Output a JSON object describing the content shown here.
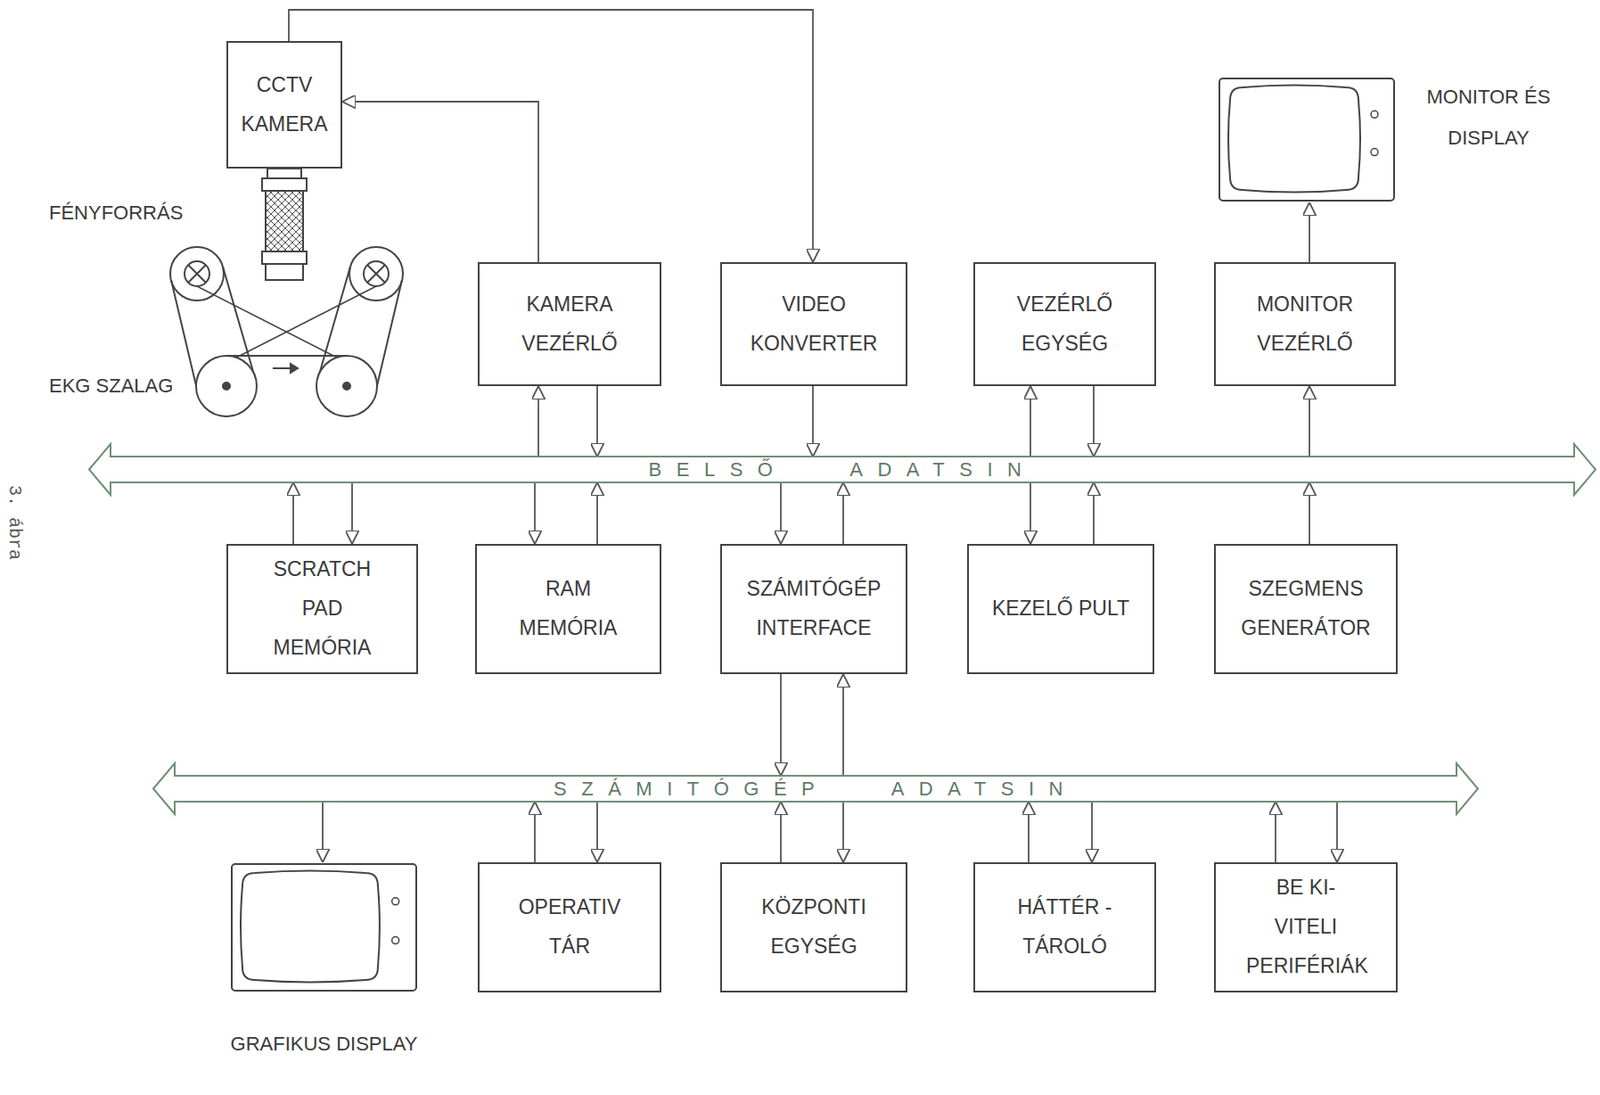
{
  "diagram": {
    "nodes": [
      {
        "text": [
          "CCTV KAMERA"
        ]
      },
      {
        "text": [
          "MONITOR ÉS DISPLAY"
        ]
      },
      {
        "text": [
          "KAMERA VEZÉRLŐ"
        ]
      },
      {
        "text": [
          "VIDEO KONVERTER"
        ]
      },
      {
        "text": [
          "VEZÉRLŐ EGYSÉG"
        ]
      },
      {
        "text": [
          "MONITOR VEZÉRLŐ"
        ]
      },
      {
        "text": [
          "BELSŐ ADATSIN"
        ]
      },
      {
        "text": [
          "SCRATCH PAD MEMÓRIA"
        ]
      },
      {
        "text": [
          "RAM MEMÓRIA"
        ]
      },
      {
        "text": [
          "SZÁMITÓGÉP INTERFACE"
        ]
      },
      {
        "text": [
          "KEZELŐ PULT"
        ]
      },
      {
        "text": [
          "SZEGMENS GENERÁTOR"
        ]
      },
      {
        "text": [
          "SZÁMITÓGÉP ADATSIN"
        ]
      },
      {
        "text": [
          "GRAFIKUS DISPLAY"
        ]
      },
      {
        "text": [
          "OPERATIV TÁR"
        ]
      },
      {
        "text": [
          "KÖZPONTI EGYSÉG"
        ]
      },
      {
        "text": [
          "HÁTTÉR - TÁROLÓ"
        ]
      },
      {
        "text": [
          "BE KI- VITELI PERIFÉRIÁK"
        ]
      }
    ],
    "edges": [
      {
        "from": 2,
        "to": 0,
        "arrow": "to"
      },
      {
        "from": 0,
        "to": 3,
        "arrow": "to"
      },
      {
        "from": 6,
        "to": 2,
        "arrow": "to"
      },
      {
        "from": 2,
        "to": 6,
        "arrow": "to"
      },
      {
        "from": 3,
        "to": 6,
        "arrow": "to"
      },
      {
        "from": 6,
        "to": 4,
        "arrow": "to"
      },
      {
        "from": 4,
        "to": 6,
        "arrow": "to"
      },
      {
        "from": 6,
        "to": 5,
        "arrow": "to"
      },
      {
        "from": 5,
        "to": 1,
        "arrow": "to"
      },
      {
        "from": 7,
        "to": 6,
        "arrow": "to"
      },
      {
        "from": 6,
        "to": 7,
        "arrow": "to"
      },
      {
        "from": 6,
        "to": 8,
        "arrow": "to"
      },
      {
        "from": 8,
        "to": 6,
        "arrow": "to"
      },
      {
        "from": 6,
        "to": 9,
        "arrow": "to"
      },
      {
        "from": 9,
        "to": 6,
        "arrow": "to"
      },
      {
        "from": 6,
        "to": 10,
        "arrow": "to"
      },
      {
        "from": 10,
        "to": 6,
        "arrow": "to"
      },
      {
        "from": 11,
        "to": 6,
        "arrow": "to"
      },
      {
        "from": 9,
        "to": 12,
        "arrow": "to"
      },
      {
        "from": 12,
        "to": 9,
        "arrow": "to"
      },
      {
        "from": 12,
        "to": 13,
        "arrow": "to"
      },
      {
        "from": 14,
        "to": 12,
        "arrow": "to"
      },
      {
        "from": 12,
        "to": 14,
        "arrow": "to"
      },
      {
        "from": 15,
        "to": 12,
        "arrow": "to"
      },
      {
        "from": 12,
        "to": 15,
        "arrow": "to"
      },
      {
        "from": 16,
        "to": 12,
        "arrow": "to"
      },
      {
        "from": 12,
        "to": 16,
        "arrow": "to"
      },
      {
        "from": 17,
        "to": 12,
        "arrow": "to"
      },
      {
        "from": 12,
        "to": 17,
        "arrow": "to"
      }
    ],
    "labels": [
      "FÉNYFORRÁS",
      "EKG SZALAG",
      "3. ábra"
    ]
  }
}
